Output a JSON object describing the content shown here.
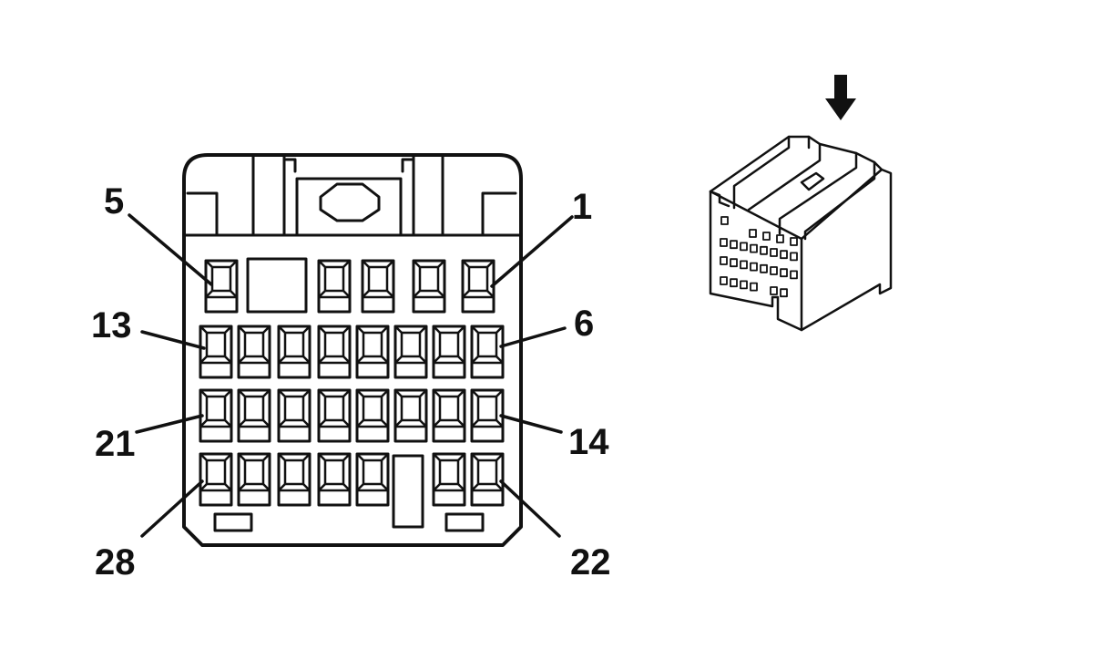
{
  "face_view": {
    "pin_callouts": [
      {
        "id": "pin-5",
        "text": "5"
      },
      {
        "id": "pin-1",
        "text": "1"
      },
      {
        "id": "pin-13",
        "text": "13"
      },
      {
        "id": "pin-6",
        "text": "6"
      },
      {
        "id": "pin-21",
        "text": "21"
      },
      {
        "id": "pin-14",
        "text": "14"
      },
      {
        "id": "pin-28",
        "text": "28"
      },
      {
        "id": "pin-22",
        "text": "22"
      }
    ],
    "rows": [
      {
        "row": 1,
        "pins": "1-5",
        "cavities": 5,
        "blank_keys": 1
      },
      {
        "row": 2,
        "pins": "6-13",
        "cavities": 8
      },
      {
        "row": 3,
        "pins": "14-21",
        "cavities": 8
      },
      {
        "row": 4,
        "pins": "22-28",
        "cavities": 7,
        "center_gap": 1
      }
    ]
  },
  "isometric_view": {
    "arrow_icon": "down-arrow-icon"
  },
  "colors": {
    "line": "#111111",
    "background": "#ffffff"
  }
}
